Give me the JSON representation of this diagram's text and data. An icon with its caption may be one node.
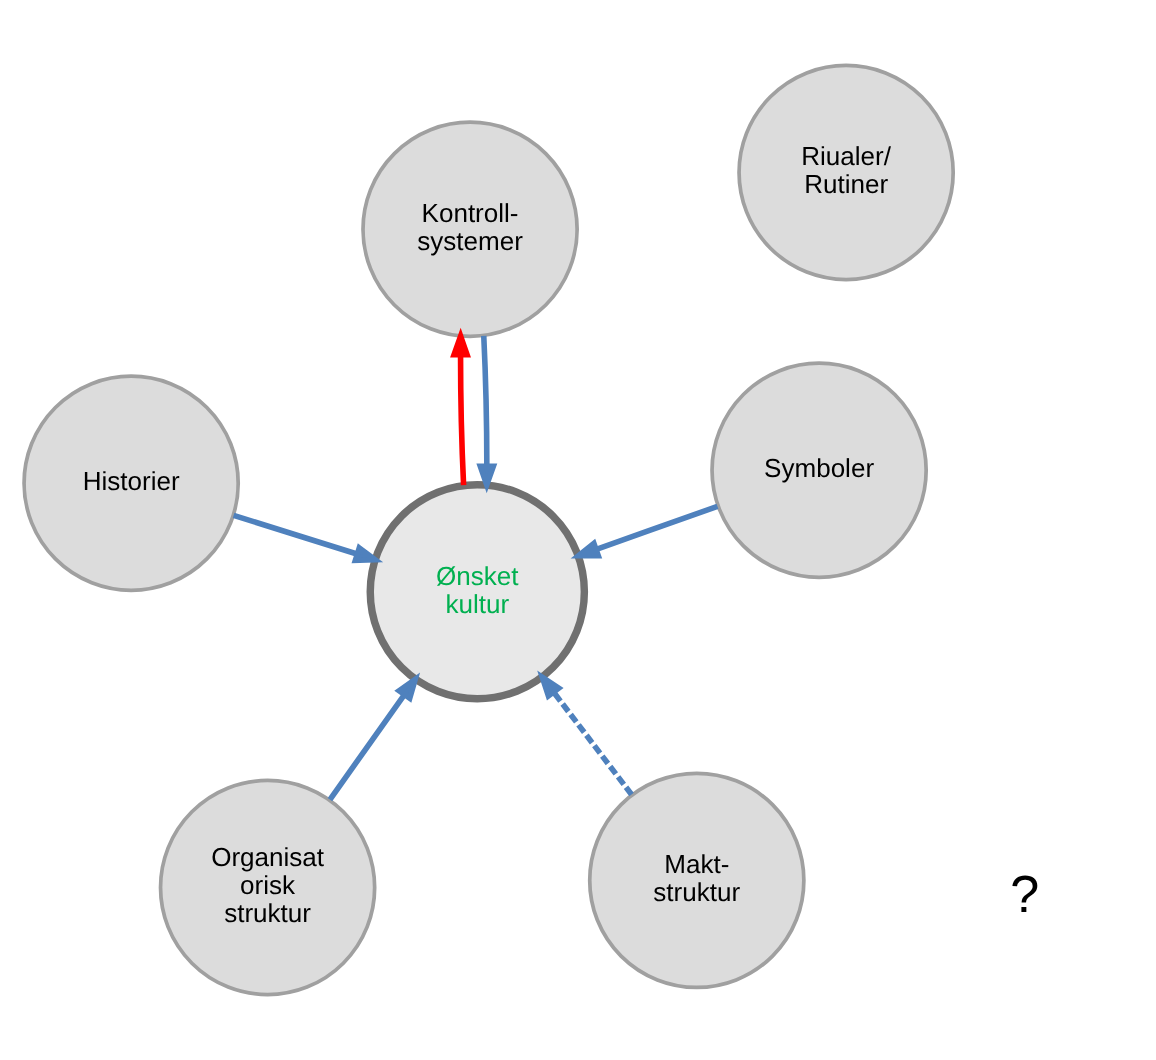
{
  "diagram": {
    "nodes": [
      {
        "text": [
          "Riualer/ Rutiner"
        ]
      },
      {
        "text": [
          "Organisat orisk struktur"
        ]
      },
      {
        "text": [
          "Makt- struktur"
        ]
      },
      {
        "text": [
          "Ønsket kultur"
        ]
      },
      {
        "text": [
          "Kontroll- systemer"
        ]
      },
      {
        "text": [
          "Symboler"
        ]
      },
      {
        "text": [
          "Historier"
        ]
      }
    ],
    "edges": [
      {
        "from": 1,
        "to": 3,
        "arrow": "to"
      },
      {
        "from": 2,
        "to": 3,
        "arrow": "to",
        "style": "dashed"
      },
      {
        "from": 4,
        "to": 3,
        "arrow": "to"
      },
      {
        "from": 3,
        "to": 4,
        "arrow": "to",
        "color": "#ff0000"
      },
      {
        "from": 5,
        "to": 3,
        "arrow": "to"
      },
      {
        "from": 6,
        "to": 3,
        "arrow": "to"
      }
    ],
    "labels": [
      "?"
    ]
  }
}
